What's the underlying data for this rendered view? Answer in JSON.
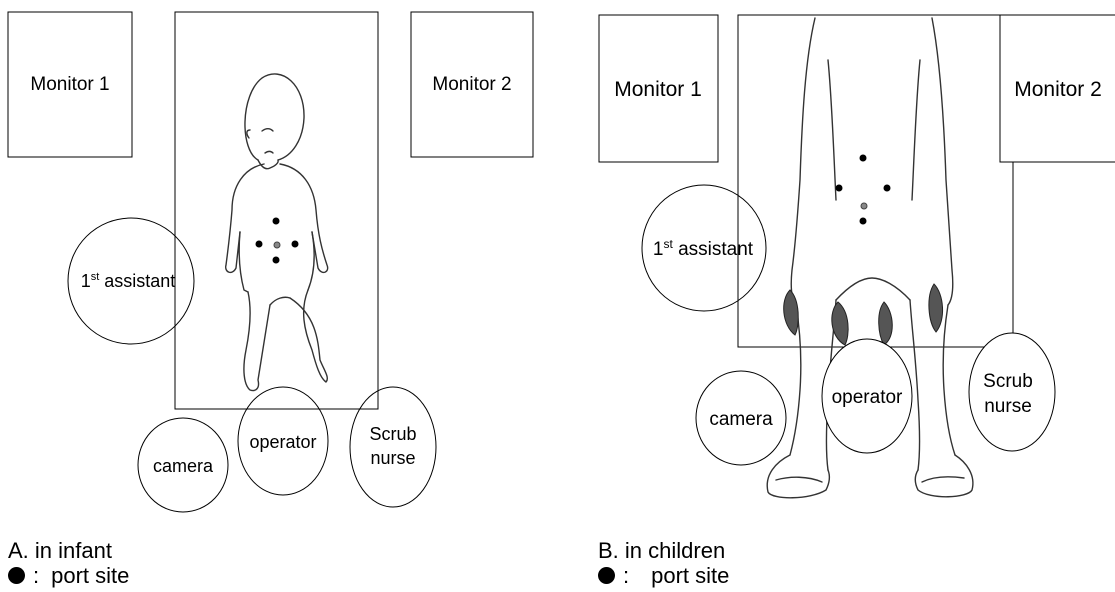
{
  "panel_a": {
    "monitor_left": "Monitor 1",
    "monitor_right": "Monitor 2",
    "assistant": "1",
    "assistant_sup": "st",
    "assistant_rest": " assistant",
    "camera": "camera",
    "operator": "operator",
    "scrub_line1": "Scrub",
    "scrub_line2": "nurse",
    "caption_title": "A.  in  infant",
    "legend_sep": ":",
    "legend_text": "port  site"
  },
  "panel_b": {
    "monitor_left": "Monitor 1",
    "monitor_right": "Monitor 2",
    "assistant": "1",
    "assistant_sup": "st",
    "assistant_rest": " assistant",
    "camera": "camera",
    "operator": "operator",
    "scrub_line1": "Scrub",
    "scrub_line2": "nurse",
    "caption_title": "B.  in  children",
    "legend_sep": ":",
    "legend_text": "port  site"
  }
}
